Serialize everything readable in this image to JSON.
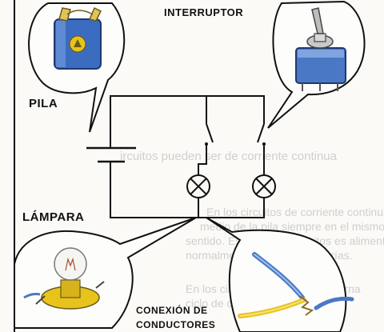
{
  "labels": {
    "interruptor": "INTERRUPTOR",
    "pila": "PILA",
    "lampara": "LÁMPARA",
    "conexion_line1": "CONEXIÓN DE",
    "conexion_line2": "CONDUCTORES"
  },
  "background_text": {
    "line1": "ircuitos pueden ser de corriente continua",
    "line2": "En los circuitos de corriente continua",
    "line3": "medio de la pila siempre en el mismo",
    "line4": "sentido. Este tipo de circuitos es alimentado",
    "line5": "normalmente por pilas o baterías.",
    "line6": "En los circuitos de corriente alterna",
    "line7": "ciclo de circulación"
  },
  "colors": {
    "ink": "#111111",
    "battery_blue": "#3b6cc0",
    "switch_blue": "#4a78c4",
    "lamp_yellow": "#e8c31c",
    "paper": "#fbfaf6"
  }
}
